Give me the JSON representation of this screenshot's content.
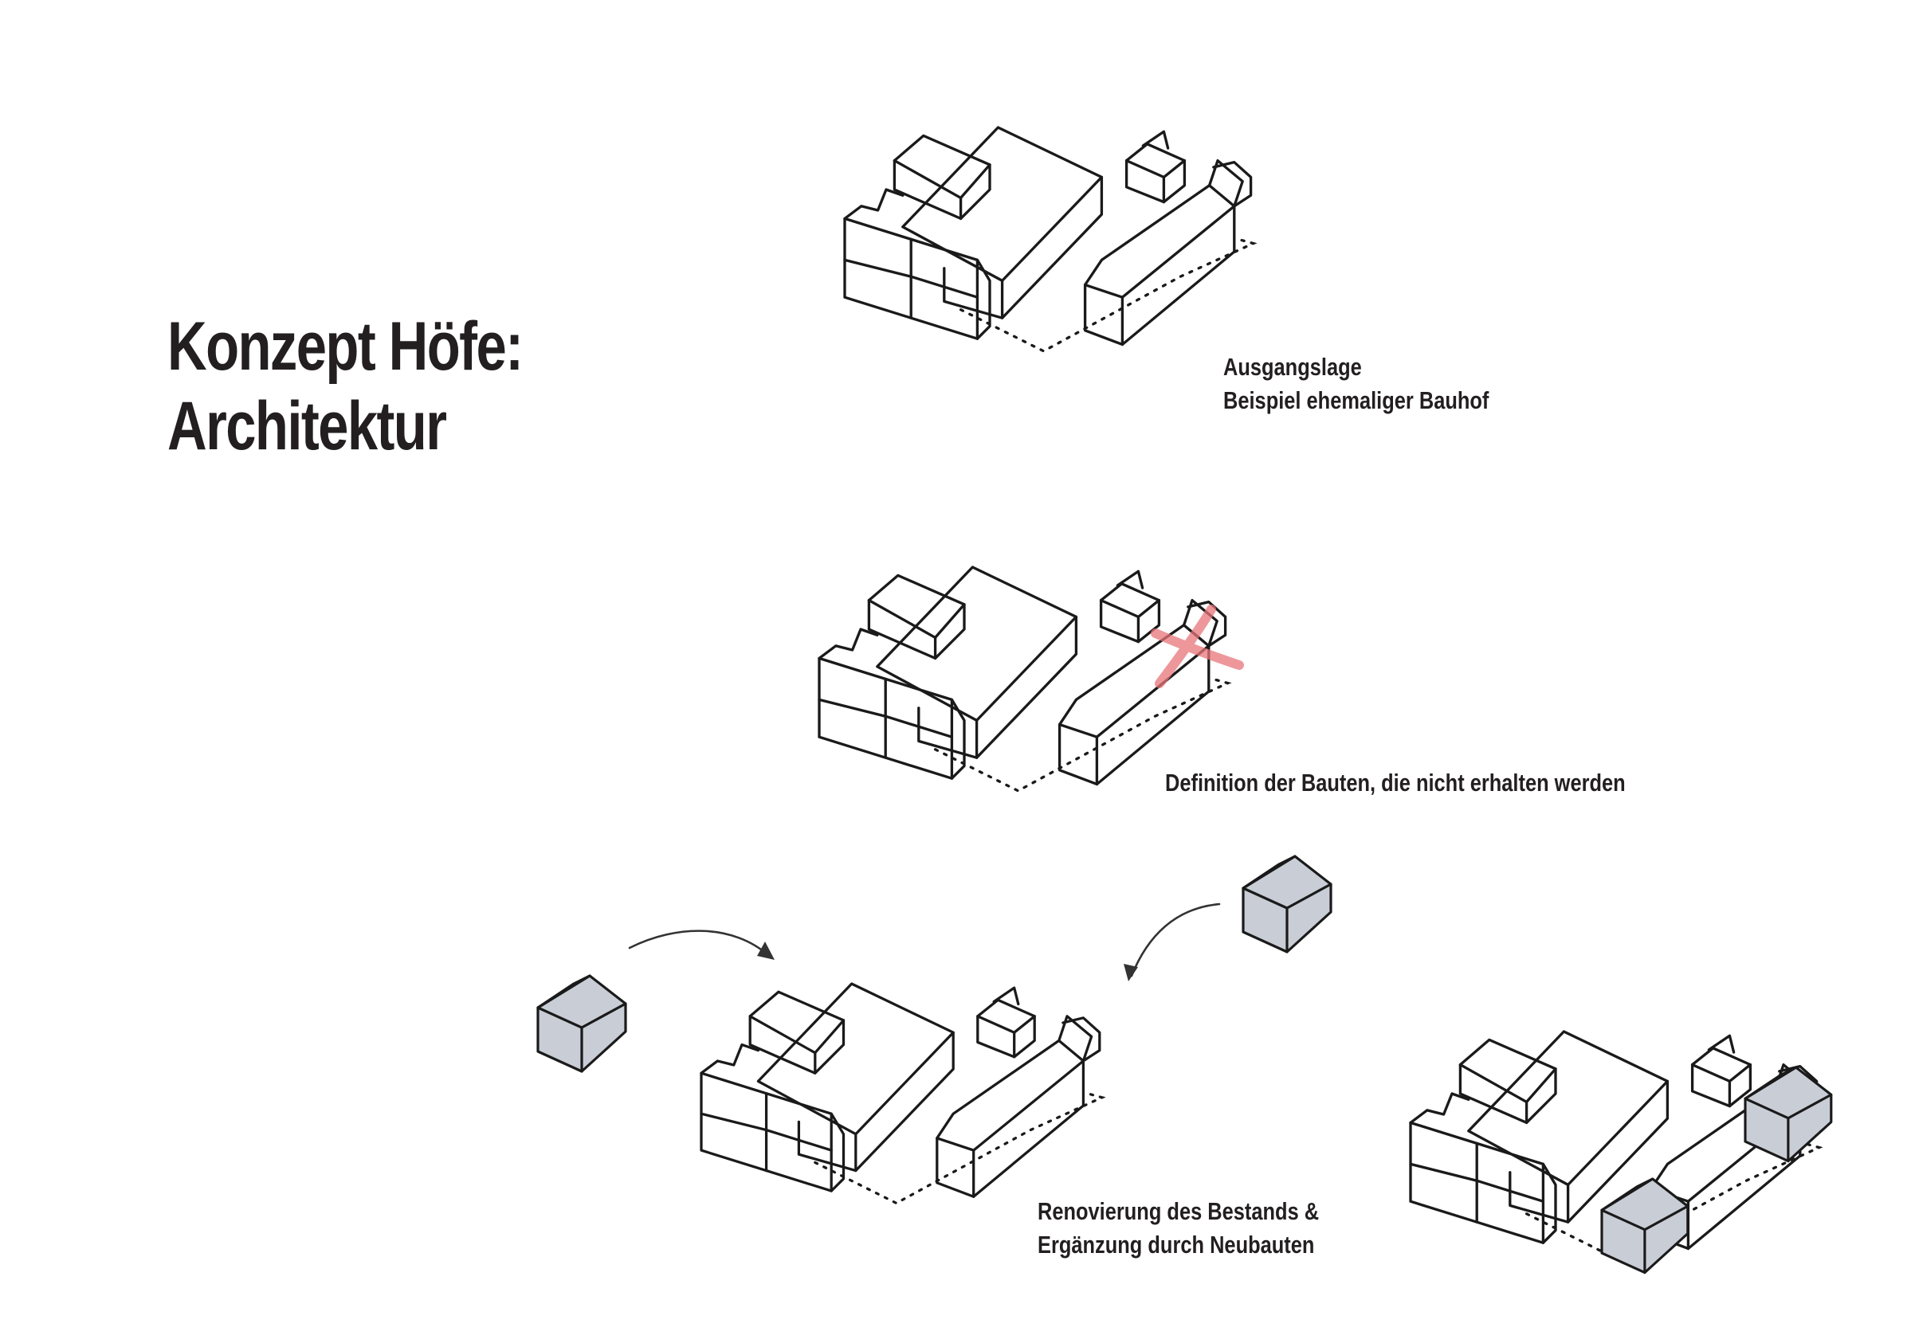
{
  "title": {
    "line1": "Konzept Höfe:",
    "line2": "Architektur"
  },
  "steps": [
    {
      "caption_lines": [
        "Ausgangslage",
        "Beispiel ehemaliger Bauhof"
      ]
    },
    {
      "caption_lines": [
        "Definition der Bauten, die nicht erhalten werden"
      ]
    },
    {
      "caption_lines": [
        "Renovierung des Bestands &",
        "Ergänzung durch Neubauten"
      ]
    }
  ],
  "colors": {
    "ink": "#1a1a1a",
    "text": "#231f20",
    "demolition_mark": "#e8747a",
    "new_building_fill": "#c9cdd6",
    "arrow": "#333333"
  }
}
